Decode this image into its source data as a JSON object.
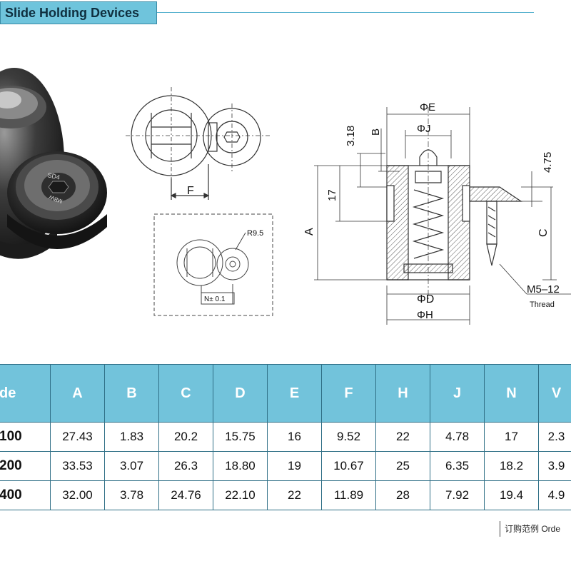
{
  "title": "Slide Holding Devices",
  "drawing": {
    "label_f": "F",
    "label_r95": "R9.5",
    "label_n01": "N± 0.1",
    "label_phi_e": "ΦE",
    "label_phi_j": "ΦJ",
    "label_318": "3.18",
    "label_b": "B",
    "label_17": "17",
    "label_a": "A",
    "label_475": "4.75",
    "label_c": "C",
    "label_phi_d": "ΦD",
    "label_phi_h": "ΦH",
    "label_m512": "M5–12",
    "label_thread": "Thread"
  },
  "table": {
    "headers": [
      "de",
      "A",
      "B",
      "C",
      "D",
      "E",
      "F",
      "H",
      "J",
      "N",
      "V"
    ],
    "rows": [
      [
        "100",
        "27.43",
        "1.83",
        "20.2",
        "15.75",
        "16",
        "9.52",
        "22",
        "4.78",
        "17",
        "2.3"
      ],
      [
        "200",
        "33.53",
        "3.07",
        "26.3",
        "18.80",
        "19",
        "10.67",
        "25",
        "6.35",
        "18.2",
        "3.9"
      ],
      [
        "400",
        "32.00",
        "3.78",
        "24.76",
        "22.10",
        "22",
        "11.89",
        "28",
        "7.92",
        "19.4",
        "4.9"
      ]
    ]
  },
  "order_label": "订购范例 Orde",
  "colors": {
    "accent": "#72c3db",
    "accent_border": "#2f6f86"
  }
}
